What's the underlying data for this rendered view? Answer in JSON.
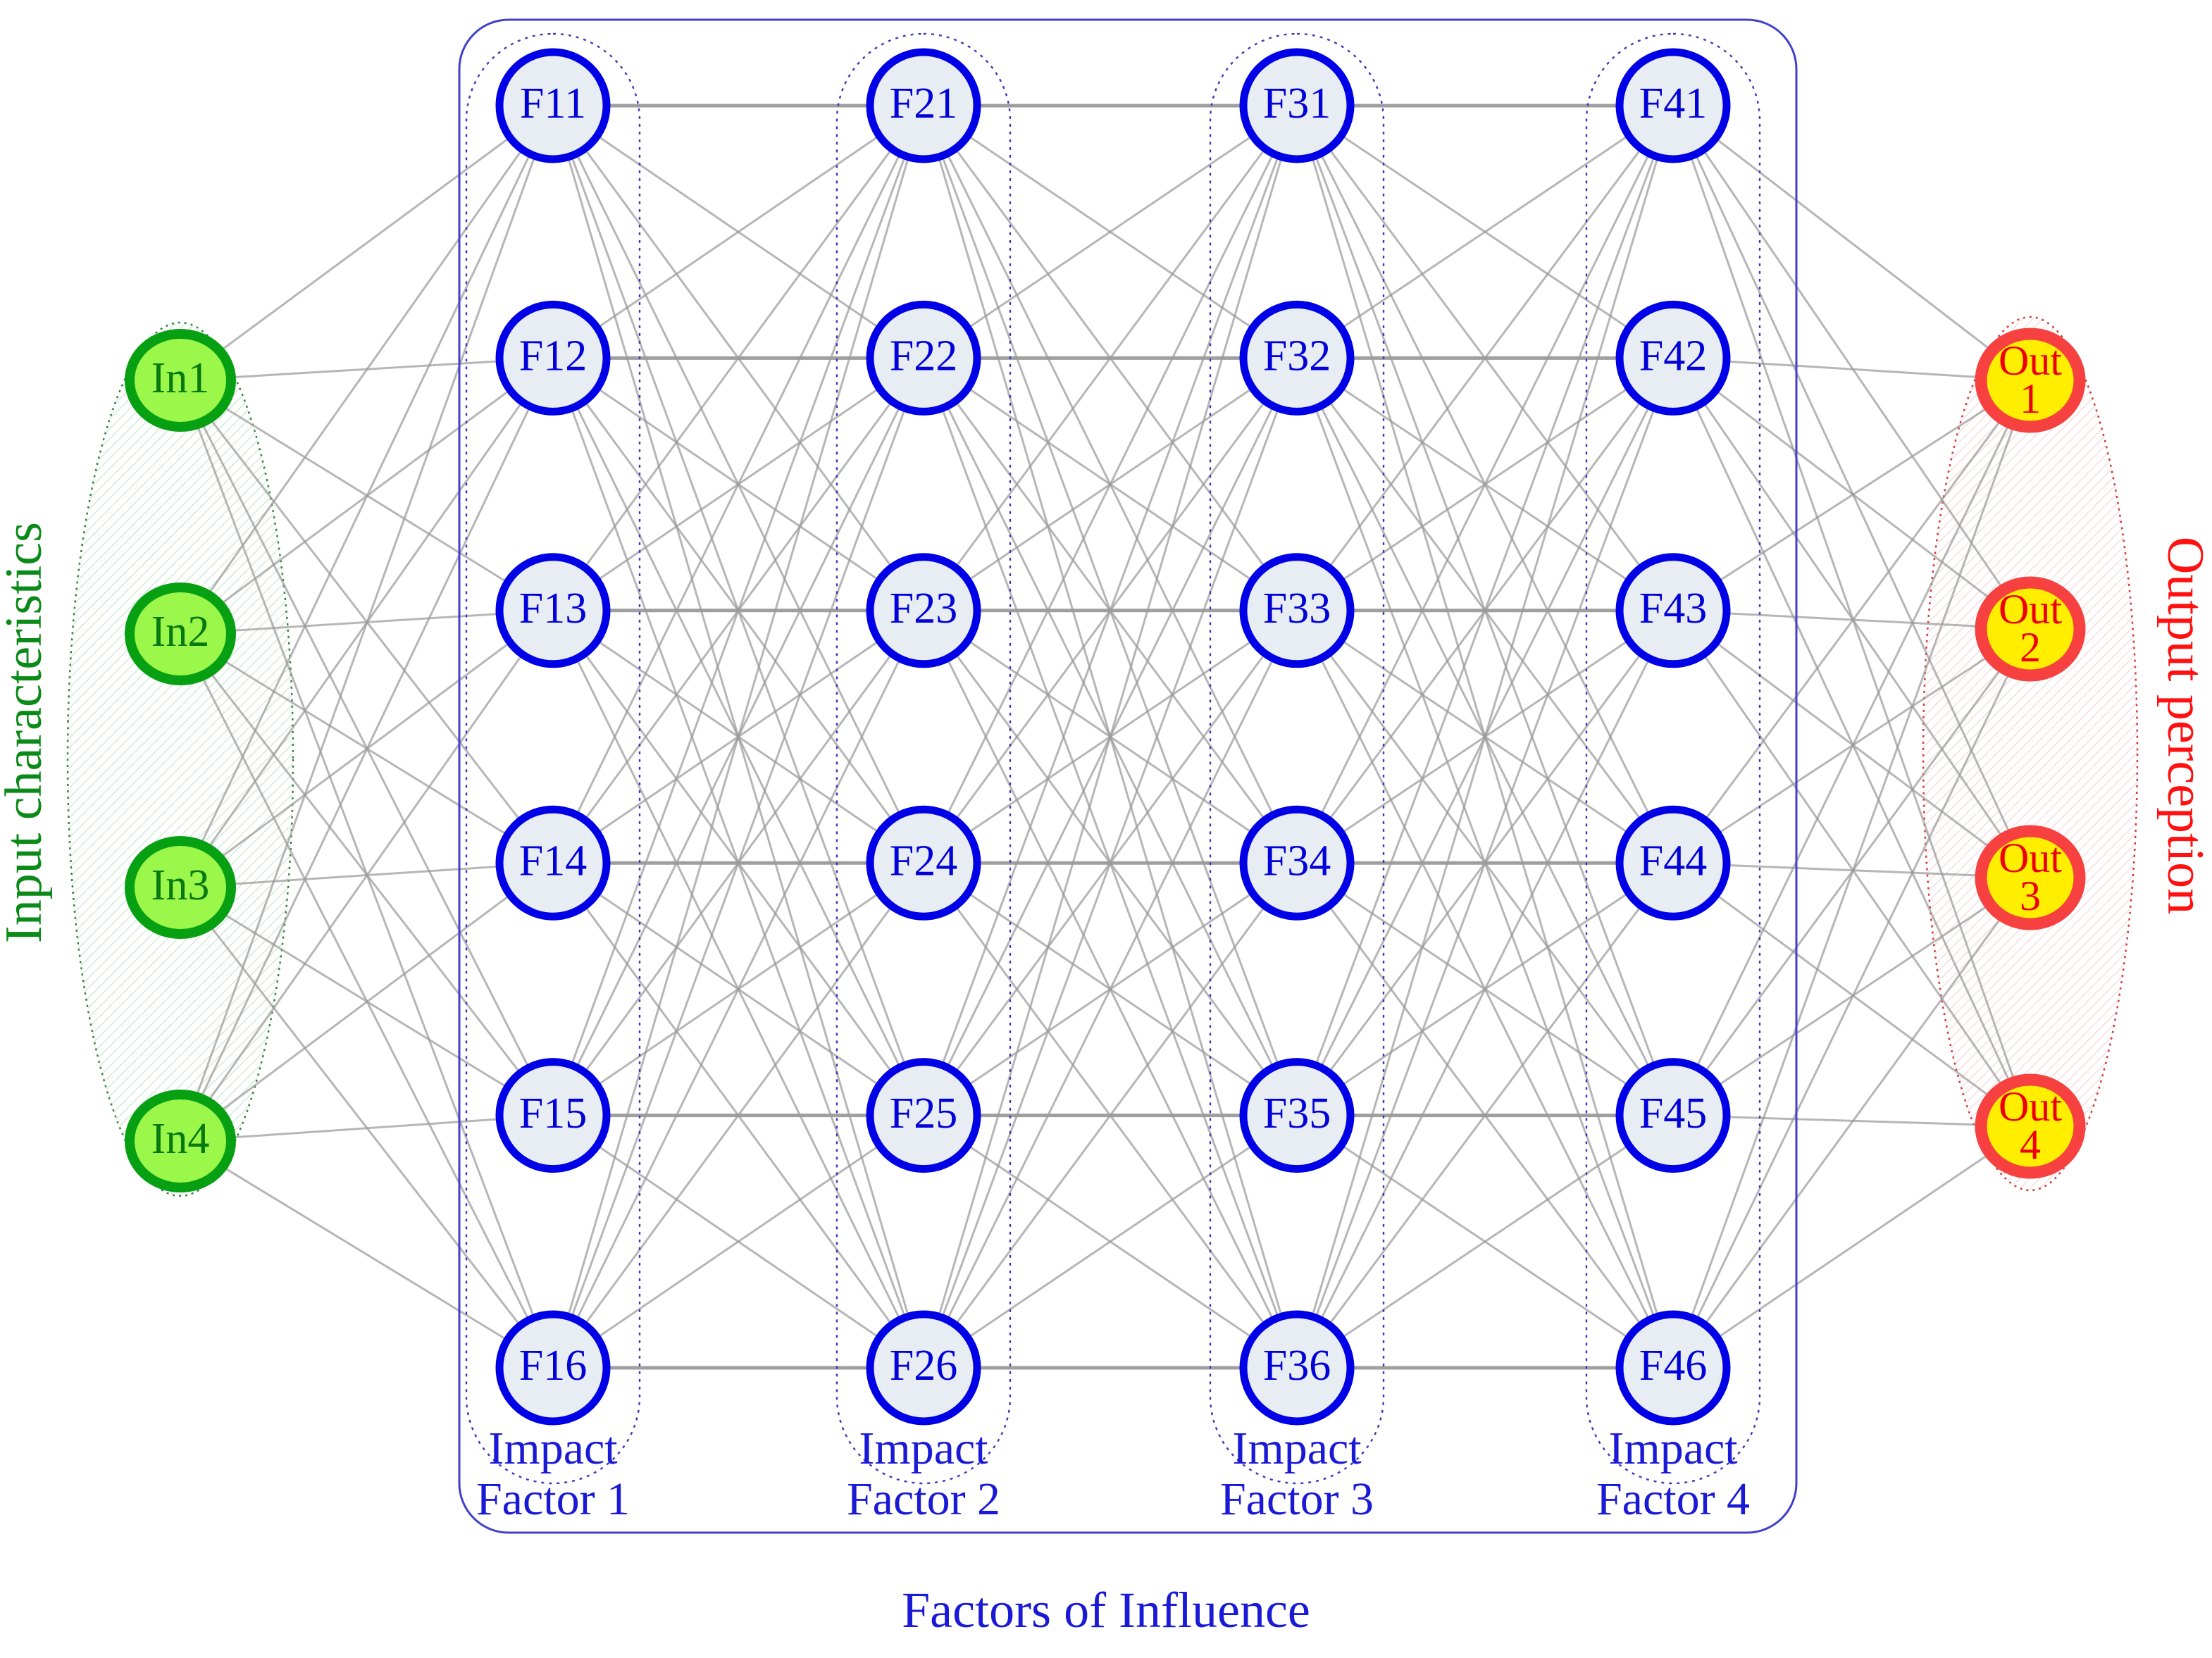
{
  "diagram": {
    "title_bottom": "Factors of Influence",
    "side_labels": {
      "left": "Input characteristics",
      "right": "Output perception"
    },
    "colors": {
      "input_fill": "#9bf74a",
      "input_stroke": "#06a012",
      "input_text": "#067a10",
      "input_cloud": "#f0faf2",
      "hidden_fill": "#e8ecf3",
      "hidden_stroke": "#0000e6",
      "hidden_text": "#0000d8",
      "output_fill": "#ffee00",
      "output_stroke": "#f74040",
      "output_text": "#ee0000",
      "output_cloud": "#fdf2f3",
      "edge": "#9a9a9a",
      "container_stroke": "#4444cc",
      "group_text": "#1a1ad6"
    },
    "input_layer": {
      "name": "Input characteristics",
      "nodes": [
        {
          "id": "In1",
          "label": "In1"
        },
        {
          "id": "In2",
          "label": "In2"
        },
        {
          "id": "In3",
          "label": "In3"
        },
        {
          "id": "In4",
          "label": "In4"
        }
      ]
    },
    "hidden_layers": [
      {
        "group_label_line1": "Impact",
        "group_label_line2": "Factor 1",
        "nodes": [
          {
            "id": "F11",
            "label": "F11"
          },
          {
            "id": "F12",
            "label": "F12"
          },
          {
            "id": "F13",
            "label": "F13"
          },
          {
            "id": "F14",
            "label": "F14"
          },
          {
            "id": "F15",
            "label": "F15"
          },
          {
            "id": "F16",
            "label": "F16"
          }
        ]
      },
      {
        "group_label_line1": "Impact",
        "group_label_line2": "Factor 2",
        "nodes": [
          {
            "id": "F21",
            "label": "F21"
          },
          {
            "id": "F22",
            "label": "F22"
          },
          {
            "id": "F23",
            "label": "F23"
          },
          {
            "id": "F24",
            "label": "F24"
          },
          {
            "id": "F25",
            "label": "F25"
          },
          {
            "id": "F26",
            "label": "F26"
          }
        ]
      },
      {
        "group_label_line1": "Impact",
        "group_label_line2": "Factor 3",
        "nodes": [
          {
            "id": "F31",
            "label": "F31"
          },
          {
            "id": "F32",
            "label": "F32"
          },
          {
            "id": "F33",
            "label": "F33"
          },
          {
            "id": "F34",
            "label": "F34"
          },
          {
            "id": "F35",
            "label": "F35"
          },
          {
            "id": "F36",
            "label": "F36"
          }
        ]
      },
      {
        "group_label_line1": "Impact",
        "group_label_line2": "Factor 4",
        "nodes": [
          {
            "id": "F41",
            "label": "F41"
          },
          {
            "id": "F42",
            "label": "F42"
          },
          {
            "id": "F43",
            "label": "F43"
          },
          {
            "id": "F44",
            "label": "F44"
          },
          {
            "id": "F45",
            "label": "F45"
          },
          {
            "id": "F46",
            "label": "F46"
          }
        ]
      }
    ],
    "output_layer": {
      "name": "Output perception",
      "nodes": [
        {
          "id": "Out1",
          "label_line1": "Out",
          "label_line2": "1"
        },
        {
          "id": "Out2",
          "label_line1": "Out",
          "label_line2": "2"
        },
        {
          "id": "Out3",
          "label_line1": "Out",
          "label_line2": "3"
        },
        {
          "id": "Out4",
          "label_line1": "Out",
          "label_line2": "4"
        }
      ]
    }
  }
}
